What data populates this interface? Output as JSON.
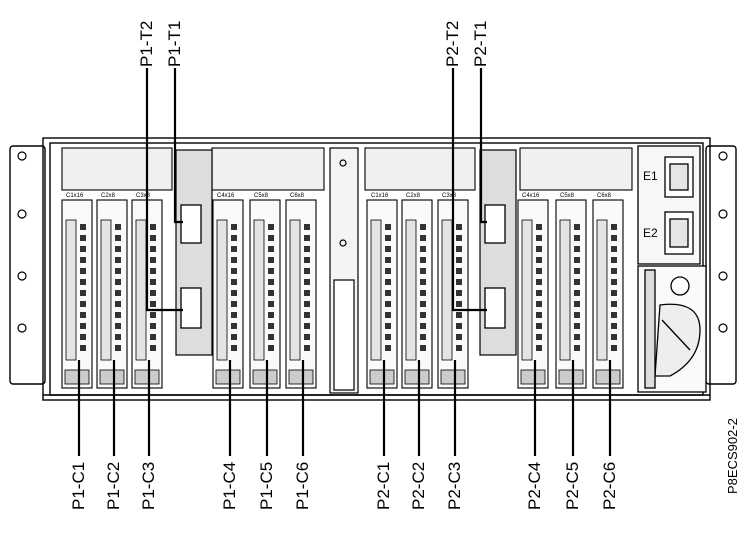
{
  "figure": {
    "id": "P8ECS902-2",
    "top_labels": [
      "P1-T2",
      "P1-T1",
      "P2-T2",
      "P2-T1"
    ],
    "bottom_labels": [
      "P1-C1",
      "P1-C2",
      "P1-C3",
      "P1-C4",
      "P1-C5",
      "P1-C6",
      "P2-C1",
      "P2-C2",
      "P2-C3",
      "P2-C4",
      "P2-C5",
      "P2-C6"
    ],
    "power_labels": [
      "E1",
      "E2"
    ],
    "slot_tags": [
      "C1x16",
      "C2x8",
      "C3x8",
      "C4x16",
      "C5x8",
      "C6x8",
      "C1x16",
      "C2x8",
      "C3x8",
      "C4x16",
      "C5x8",
      "C6x8"
    ]
  }
}
